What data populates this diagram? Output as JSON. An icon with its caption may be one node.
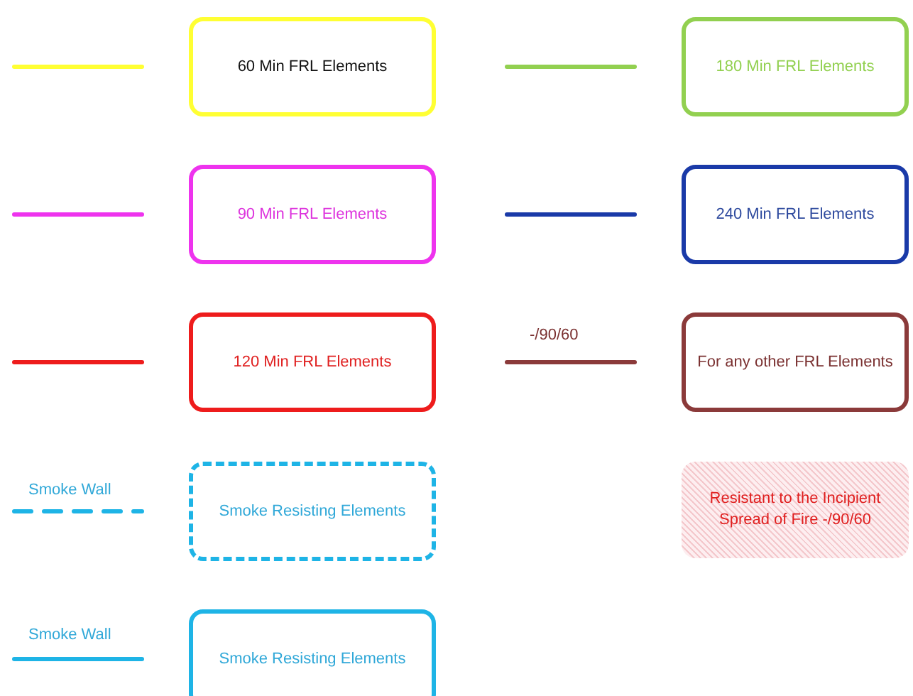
{
  "diagram": {
    "nodes": [
      {
        "text": [
          "60 Min FRL Elements"
        ]
      },
      {
        "text": [
          "180 Min FRL Elements"
        ]
      },
      {
        "text": [
          "90 Min FRL Elements"
        ]
      },
      {
        "text": [
          "240 Min FRL Elements"
        ]
      },
      {
        "text": [
          "120 Min FRL Elements"
        ]
      },
      {
        "text": [
          "For any other FRL Elements"
        ]
      },
      {
        "text": [
          "Smoke Resisting Elements"
        ]
      },
      {
        "text": [
          "Resistant to the Incipient Spread of Fire -/90/60"
        ]
      },
      {
        "text": [
          "Smoke Resisting Elements"
        ]
      }
    ],
    "labels": [
      "-/90/60",
      "Smoke Wall",
      "Smoke Wall"
    ]
  }
}
